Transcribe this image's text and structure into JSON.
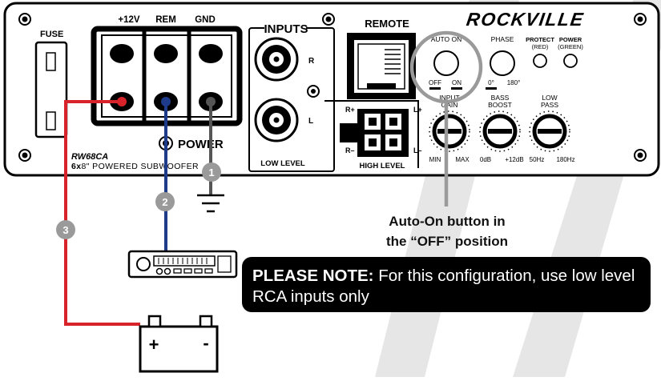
{
  "panel": {
    "terminal_labels": [
      "+12V",
      "REM",
      "GND"
    ],
    "fuse_label": "FUSE",
    "power_label": "POWER",
    "model": "RW68CA",
    "model_desc_prefix": "6x",
    "model_desc_rest": "8\" POWERED SUBWOOFER",
    "inputs_title": "INPUTS",
    "input_r": "R",
    "input_l": "L",
    "low_level": "LOW LEVEL",
    "high_level": "HIGH LEVEL",
    "hl_r_plus": "R+",
    "hl_r_minus": "R–",
    "hl_l_plus": "L+",
    "hl_l_minus": "L–",
    "remote_label": "REMOTE",
    "brand": "ROCKVILLE",
    "auto_on": "AUTO ON",
    "off": "OFF",
    "on": "ON",
    "phase": "PHASE",
    "phase_0": "0°",
    "phase_180": "180°",
    "protect": "PROTECT",
    "protect_color": "(RED)",
    "power_led": "POWER",
    "power_led_color": "(GREEN)",
    "gain_line1": "INPUT",
    "gain_line2": "GAIN",
    "bass_line1": "BASS",
    "bass_line2": "BOOST",
    "lowpass_line1": "LOW",
    "lowpass_line2": "PASS",
    "gain_min": "MIN",
    "gain_max": "MAX",
    "bass_min": "0dB",
    "bass_max": "+12dB",
    "lp_min": "50Hz",
    "lp_max": "180Hz"
  },
  "markers": [
    "1",
    "2",
    "3"
  ],
  "callout": {
    "line1": "Auto-On button in",
    "line2": "the “OFF” position"
  },
  "note": {
    "bold": "PLEASE NOTE:",
    "text": " For this configuration, use low level RCA inputs only"
  },
  "battery": {
    "plus": "+",
    "minus": "-"
  },
  "colors": {
    "wire_12v": "#d9232a",
    "wire_rem": "#1e3a8a",
    "wire_gnd": "#555555",
    "marker": "#9a9a9a",
    "highlight": "#9a9a9a"
  }
}
